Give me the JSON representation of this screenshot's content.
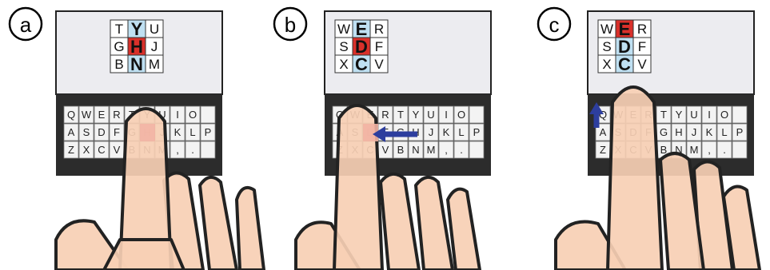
{
  "panels": [
    {
      "label": "a",
      "magnifier": [
        [
          "T",
          "Y",
          "U"
        ],
        [
          "G",
          "H",
          "J"
        ],
        [
          "B",
          "N",
          "M"
        ]
      ],
      "keyboard": [
        [
          "Q",
          "W",
          "E",
          "R",
          "T",
          "Y",
          "U",
          "I",
          "O",
          ""
        ],
        [
          "A",
          "S",
          "D",
          "F",
          "G",
          "H",
          "J",
          "K",
          "L",
          "P"
        ],
        [
          "Z",
          "X",
          "C",
          "V",
          "B",
          "N",
          "M",
          ",",
          ".",
          ""
        ]
      ],
      "arrow": "none"
    },
    {
      "label": "b",
      "magnifier": [
        [
          "W",
          "E",
          "R"
        ],
        [
          "S",
          "D",
          "F"
        ],
        [
          "X",
          "C",
          "V"
        ]
      ],
      "keyboard": [
        [
          "Q",
          "W",
          "E",
          "R",
          "T",
          "Y",
          "U",
          "I",
          "O",
          ""
        ],
        [
          "A",
          "S",
          "D",
          "F",
          "G",
          "H",
          "J",
          "K",
          "L",
          "P"
        ],
        [
          "Z",
          "X",
          "C",
          "V",
          "B",
          "N",
          "M",
          ",",
          ".",
          ""
        ]
      ],
      "arrow": "left"
    },
    {
      "label": "c",
      "magnifier": [
        [
          "W",
          "E",
          "R"
        ],
        [
          "S",
          "D",
          "F"
        ],
        [
          "X",
          "C",
          "V"
        ]
      ],
      "keyboard": [
        [
          "Q",
          "W",
          "E",
          "R",
          "T",
          "Y",
          "U",
          "I",
          "O",
          ""
        ],
        [
          "A",
          "S",
          "D",
          "F",
          "G",
          "H",
          "J",
          "K",
          "L",
          "P"
        ],
        [
          "Z",
          "X",
          "C",
          "V",
          "B",
          "N",
          "M",
          ",",
          ".",
          ""
        ]
      ],
      "arrow": "up"
    }
  ],
  "colors": {
    "selected": "#d9302a",
    "neighbor": "#bfe0f2",
    "key_tint": "#f2b3a3",
    "screen": "#ececf0",
    "keyboard_bg": "#2c2c2c",
    "skin": "#f7cfb4",
    "arrow": "#2d3e9e"
  }
}
